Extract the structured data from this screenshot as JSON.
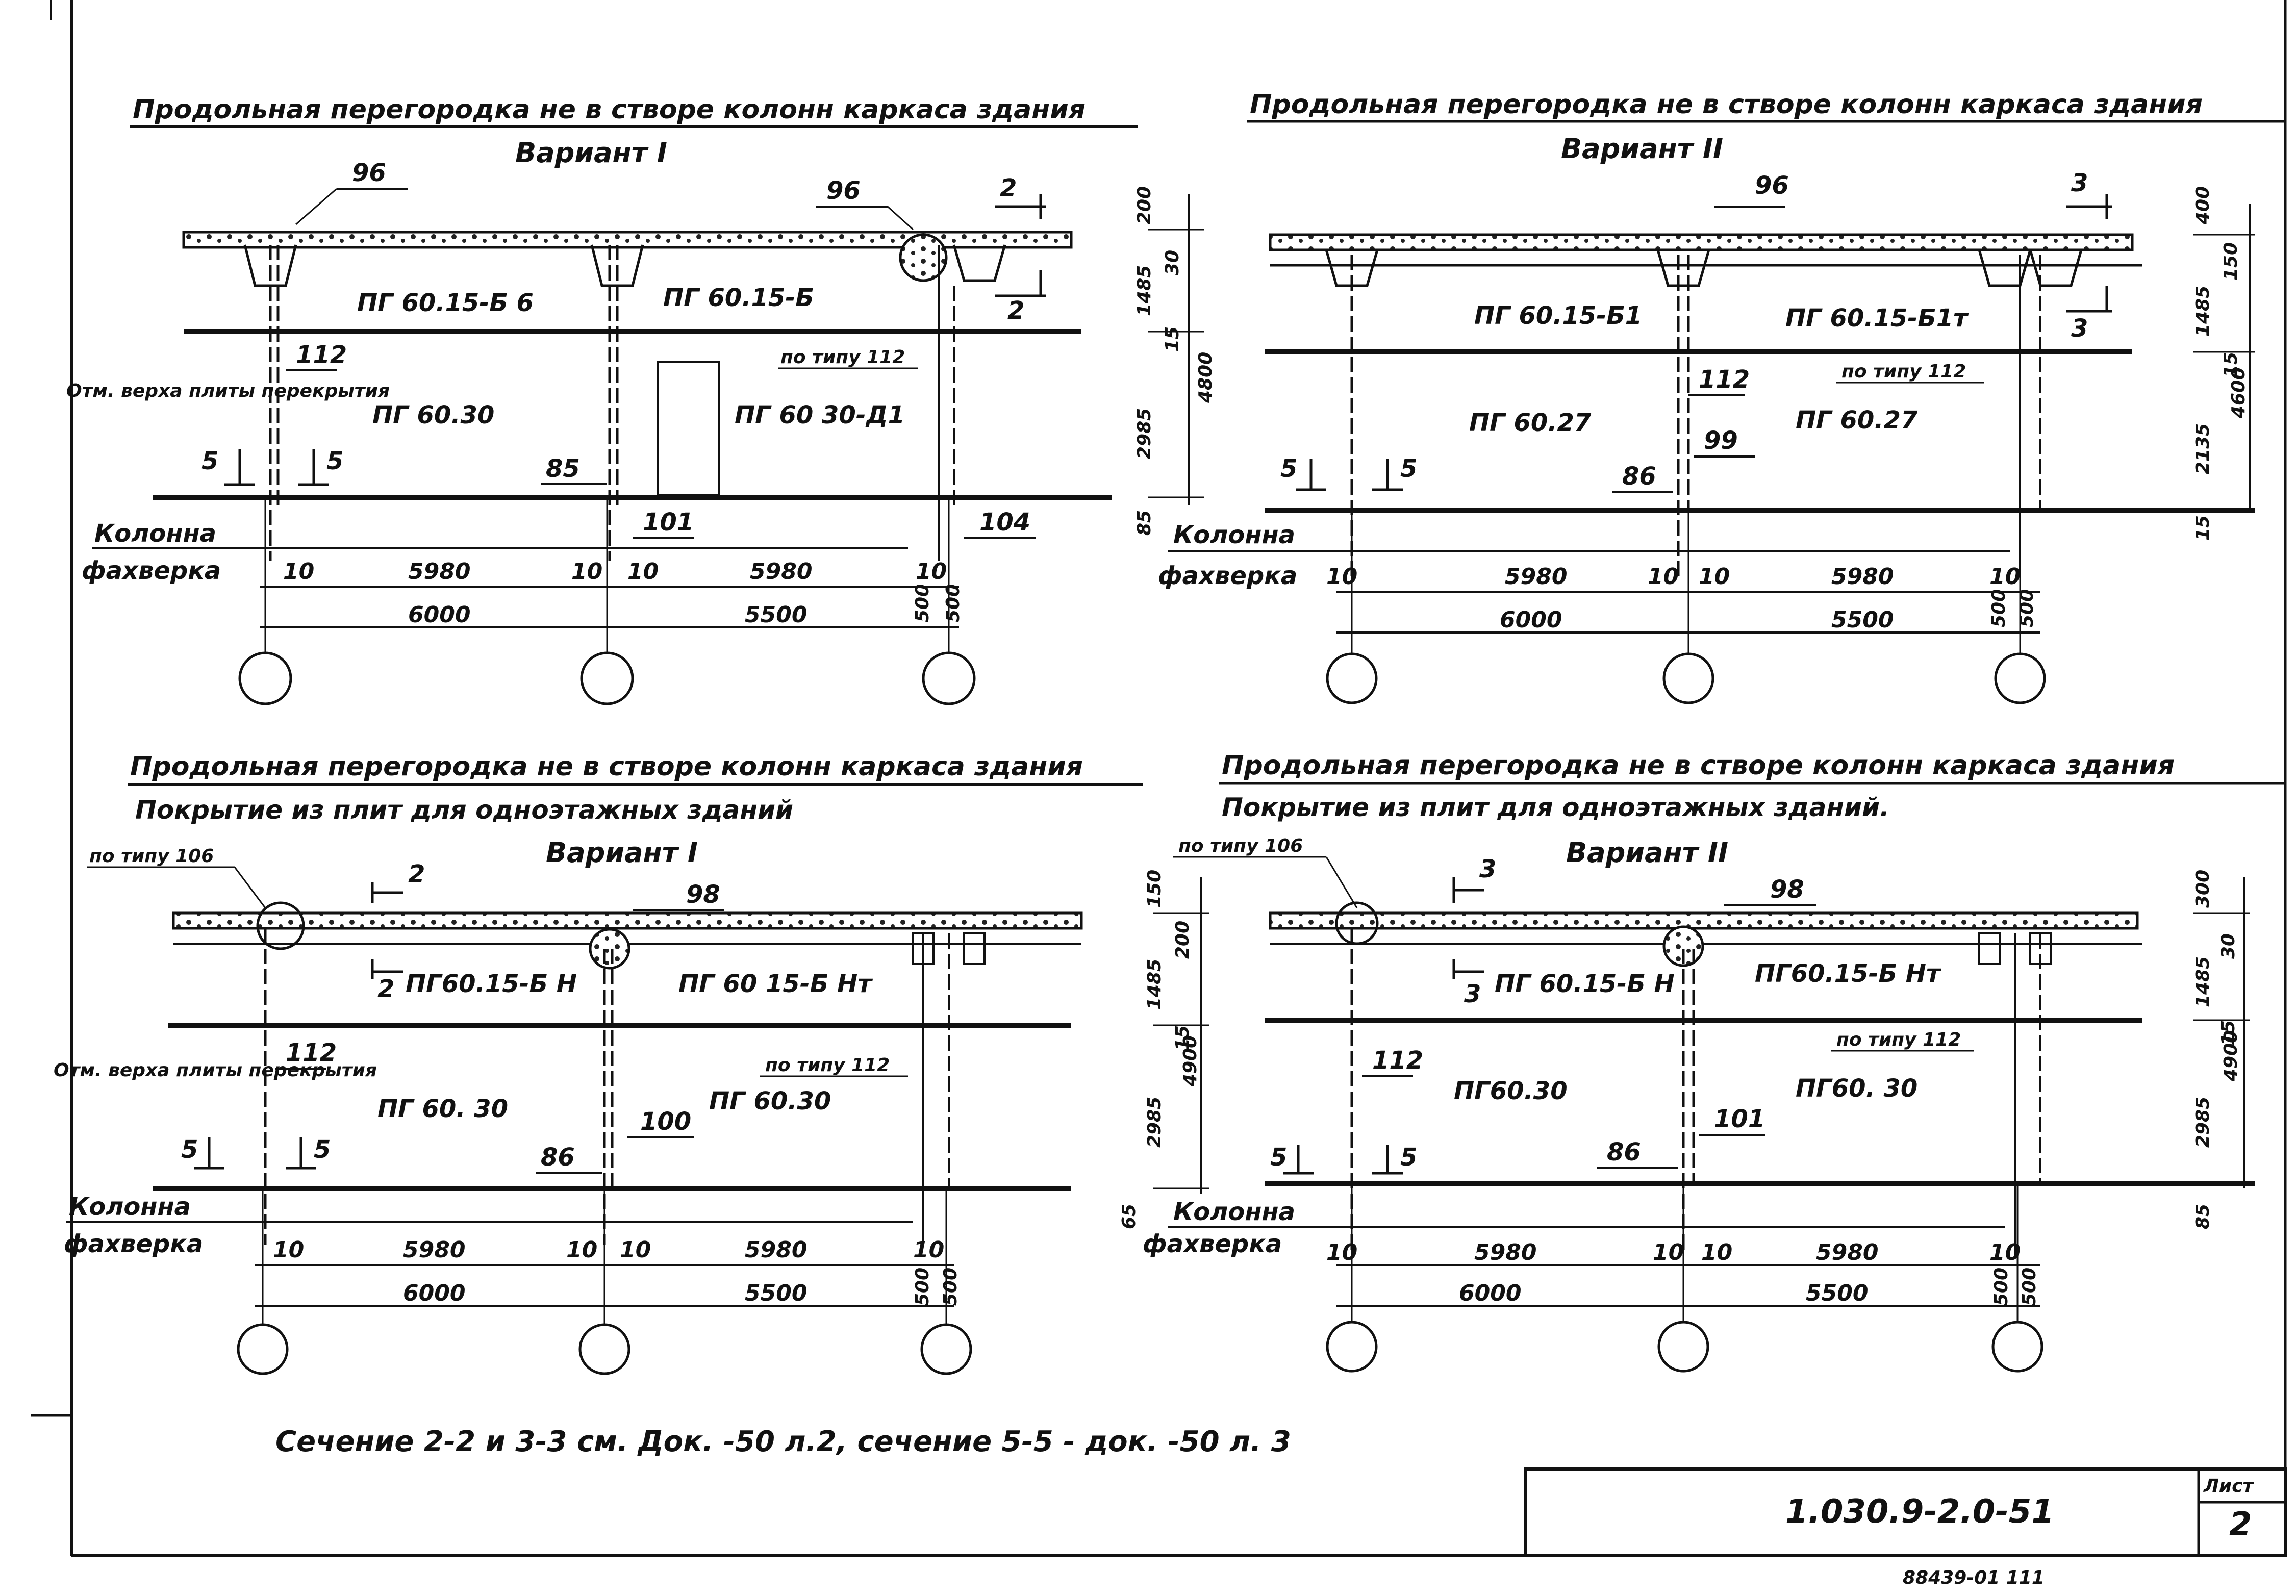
{
  "sheet": {
    "doc_code": "1.030.9-2.0-51",
    "sheet_label": "Лист",
    "sheet_number": "2",
    "stamp": "88439-01   111",
    "footnote": "Сечение 2-2 и 3-3 см. Док. -50 л.2, сечение 5-5 - док. -50 л. 3"
  },
  "panels": [
    {
      "title": "Продольная перегородка не в створе колонн каркаса здания",
      "subtitle": "",
      "variant": "Вариант I",
      "callouts": [
        "96",
        "96"
      ],
      "section_a": "2",
      "section_b": "5",
      "upper_slab_left": "ПГ 60.15-Б 6",
      "upper_slab_right": "ПГ 60.15-Б",
      "lower_slab_left": "ПГ 60.30",
      "lower_slab_right": "ПГ 60 30-Д1",
      "type_note": "по типу 112",
      "node_a": "112",
      "node_b": "85",
      "node_c": "101",
      "node_d": "104",
      "side_note": "Отм. верха плиты перекрытия",
      "column_label": "Колонна",
      "fachwerk_label": "фахверка",
      "dims_top": [
        "10",
        "5980",
        "10",
        "10",
        "5980",
        "10"
      ],
      "dims_bottom": [
        "6000",
        "5500",
        "500",
        "500"
      ],
      "vdims": [
        "200",
        "30",
        "1485",
        "15",
        "2985",
        "4800",
        "85"
      ]
    },
    {
      "title": "Продольная перегородка не в створе колонн каркаса здания",
      "subtitle": "",
      "variant": "Вариант II",
      "callouts": [
        "96"
      ],
      "section_a": "3",
      "section_b": "5",
      "upper_slab_left": "ПГ 60.15-Б1",
      "upper_slab_right": "ПГ 60.15-Б1т",
      "lower_slab_left": "ПГ 60.27",
      "lower_slab_right": "ПГ 60.27",
      "type_note": "по типу 112",
      "node_a": "112",
      "node_b": "86",
      "node_c": "99",
      "node_d": "",
      "side_note": "",
      "column_label": "Колонна",
      "fachwerk_label": "фахверка",
      "dims_top": [
        "10",
        "5980",
        "10",
        "10",
        "5980",
        "10"
      ],
      "dims_bottom": [
        "6000",
        "5500",
        "500",
        "500"
      ],
      "vdims": [
        "400",
        "150",
        "1485",
        "15",
        "2135",
        "4600",
        "15"
      ]
    },
    {
      "title": "Продольная перегородка не в створе колонн каркаса здания",
      "subtitle": "Покрытие из плит для одноэтажных зданий",
      "variant": "Вариант I",
      "callouts": [
        "98",
        "по типу 106"
      ],
      "section_a": "2",
      "section_b": "5",
      "upper_slab_left": "ПГ60.15-Б Н",
      "upper_slab_right": "ПГ 60 15-Б Нт",
      "lower_slab_left": "ПГ 60. 30",
      "lower_slab_right": "ПГ 60.30",
      "type_note": "по типу 112",
      "node_a": "112",
      "node_b": "86",
      "node_c": "100",
      "node_d": "",
      "side_note": "Отм. верха плиты перекрытия",
      "column_label": "Колонна",
      "fachwerk_label": "фахверка",
      "dims_top": [
        "10",
        "5980",
        "10",
        "10",
        "5980",
        "10"
      ],
      "dims_bottom": [
        "6000",
        "5500",
        "500",
        "500"
      ],
      "vdims": [
        "150",
        "200",
        "1485",
        "15",
        "2985",
        "4900",
        "65"
      ]
    },
    {
      "title": "Продольная перегородка не в створе колонн каркаса здания",
      "subtitle": "Покрытие из плит для одноэтажных зданий.",
      "variant": "Вариант II",
      "callouts": [
        "98",
        "по типу 106"
      ],
      "section_a": "3",
      "section_b": "5",
      "upper_slab_left": "ПГ 60.15-Б Н",
      "upper_slab_right": "ПГ60.15-Б Нт",
      "lower_slab_left": "ПГ60.30",
      "lower_slab_right": "ПГ60. 30",
      "type_note": "по типу 112",
      "node_a": "112",
      "node_b": "86",
      "node_c": "101",
      "node_d": "",
      "side_note": "",
      "column_label": "Колонна",
      "fachwerk_label": "фахверка",
      "dims_top": [
        "10",
        "5980",
        "10",
        "10",
        "5980",
        "10"
      ],
      "dims_bottom": [
        "6000",
        "5500",
        "500",
        "500"
      ],
      "vdims": [
        "300",
        "30",
        "1485",
        "15",
        "2985",
        "4900",
        "85"
      ]
    }
  ]
}
